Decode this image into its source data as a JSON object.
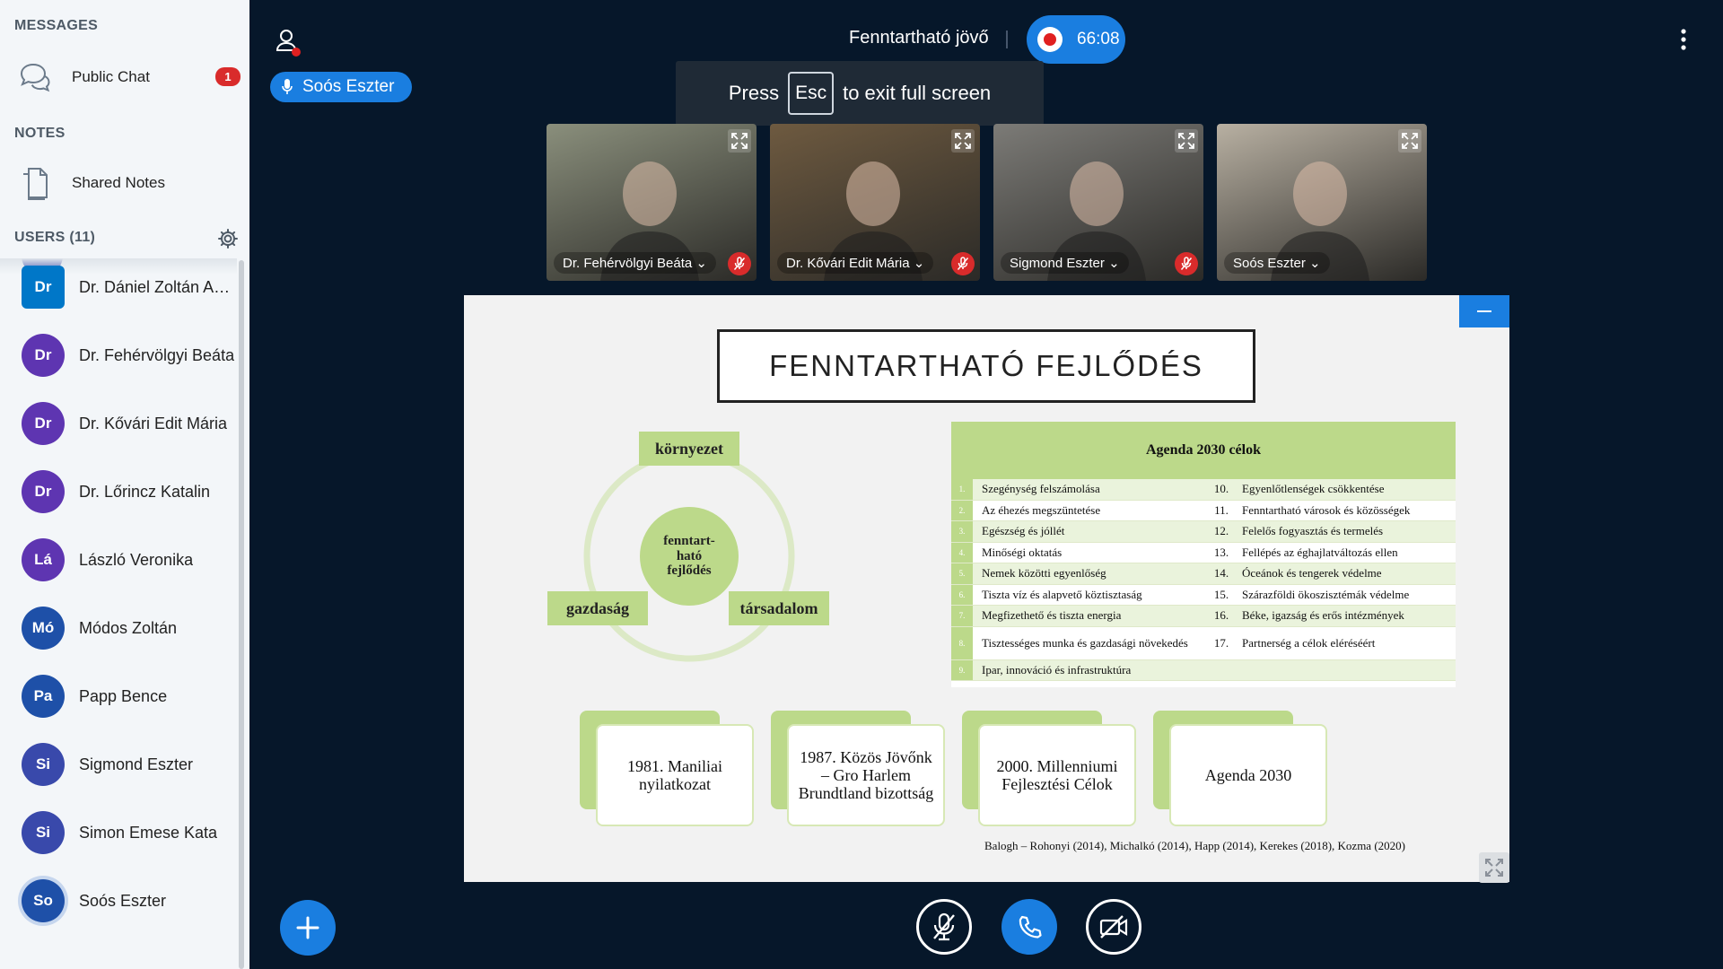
{
  "sidebar": {
    "messages_title": "MESSAGES",
    "public_chat": {
      "label": "Public Chat",
      "unread": "1"
    },
    "notes_title": "NOTES",
    "shared_notes": {
      "label": "Shared Notes"
    },
    "users_title": "USERS (11)",
    "users": [
      {
        "initials": "Dr",
        "name": "Dr. Dániel Zoltán An...",
        "color": "#0077c8",
        "status": "none",
        "shape": "square"
      },
      {
        "initials": "Dr",
        "name": "Dr. Fehérvölgyi Beáta",
        "color": "#5e35b1",
        "status": "muted",
        "shape": "circle"
      },
      {
        "initials": "Dr",
        "name": "Dr. Kővári Edit Mária",
        "color": "#5e35b1",
        "status": "muted",
        "shape": "circle"
      },
      {
        "initials": "Dr",
        "name": "Dr. Lőrincz Katalin",
        "color": "#5e35b1",
        "status": "muted",
        "shape": "circle"
      },
      {
        "initials": "Lá",
        "name": "László Veronika",
        "color": "#5e35b1",
        "status": "muted",
        "shape": "circle"
      },
      {
        "initials": "Mó",
        "name": "Módos Zoltán",
        "color": "#1e50a8",
        "status": "muted",
        "shape": "circle"
      },
      {
        "initials": "Pa",
        "name": "Papp Bence",
        "color": "#1e50a8",
        "status": "listen",
        "shape": "circle"
      },
      {
        "initials": "Si",
        "name": "Sigmond Eszter",
        "color": "#3949ab",
        "status": "muted",
        "shape": "circle"
      },
      {
        "initials": "Si",
        "name": "Simon Emese Kata",
        "color": "#3949ab",
        "status": "listen",
        "shape": "circle"
      },
      {
        "initials": "So",
        "name": "Soós Eszter",
        "color": "#1e50a8",
        "status": "talking",
        "shape": "circle"
      }
    ]
  },
  "topbar": {
    "meeting_title": "Fenntartható jövő",
    "recording_time": "66:08"
  },
  "talking_indicator": {
    "name": "Soós Eszter"
  },
  "fullscreen_toast": {
    "before": "Press",
    "key": "Esc",
    "after": "to exit full screen"
  },
  "videos": [
    {
      "name": "Dr. Fehérvölgyi Beáta",
      "bg": "#8a8f7c",
      "muted": true
    },
    {
      "name": "Dr. Kővári Edit Mária",
      "bg": "#6e5a40",
      "muted": true
    },
    {
      "name": "Sigmond Eszter",
      "bg": "#7c7b77",
      "muted": true
    },
    {
      "name": "Soós Eszter",
      "bg": "#b8b0a2",
      "muted": false
    }
  ],
  "slide": {
    "title": "FENNTARTHATÓ FEJLŐDÉS",
    "cycle": {
      "top": "környezet",
      "left": "gazdaság",
      "right": "társadalom",
      "center": [
        "fenntart-",
        "ható",
        "fejlődés"
      ]
    },
    "agenda": {
      "heading": "Agenda 2030 célok",
      "rows": [
        {
          "n": "1.",
          "a": "Szegénység felszámolása",
          "n2": "10.",
          "b": "Egyenlőtlenségek csökkentése"
        },
        {
          "n": "2.",
          "a": "Az éhezés megszüntetése",
          "n2": "11.",
          "b": "Fenntartható városok és közösségek"
        },
        {
          "n": "3.",
          "a": "Egészség és jóllét",
          "n2": "12.",
          "b": "Felelős fogyasztás és termelés"
        },
        {
          "n": "4.",
          "a": "Minőségi oktatás",
          "n2": "13.",
          "b": "Fellépés az éghajlatváltozás ellen"
        },
        {
          "n": "5.",
          "a": "Nemek közötti egyenlőség",
          "n2": "14.",
          "b": "Óceánok és tengerek védelme"
        },
        {
          "n": "6.",
          "a": "Tiszta víz és alapvető köztisztaság",
          "n2": "15.",
          "b": "Szárazföldi ökoszisztémák védelme"
        },
        {
          "n": "7.",
          "a": "Megfizethető és tiszta energia",
          "n2": "16.",
          "b": "Béke, igazság és erős intézmények"
        },
        {
          "n": "8.",
          "a": "Tisztességes munka és gazdasági növekedés",
          "n2": "17.",
          "b": "Partnerség a célok eléréséért"
        },
        {
          "n": "9.",
          "a": "Ipar, innováció és infrastruktúra",
          "n2": "",
          "b": ""
        }
      ]
    },
    "timeline": [
      "1981. Maniliai nyilatkozat",
      "1987. Közös Jövőnk – Gro Harlem Brundtland bizottság",
      "2000. Millenniumi Fejlesztési Célok",
      "Agenda 2030"
    ],
    "citation": "Balogh – Rohonyi (2014), Michalkó (2014), Happ (2014),  Kerekes (2018), Kozma (2020)"
  }
}
